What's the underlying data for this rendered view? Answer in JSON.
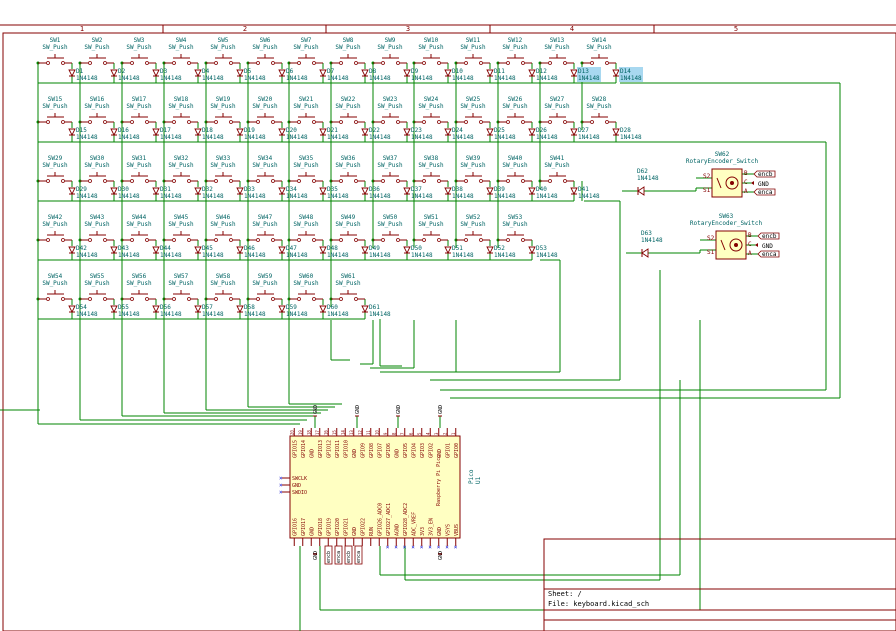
{
  "colors": {
    "border": "#840000",
    "wire": "#008400",
    "part": "#840000",
    "pin": "#840000",
    "ref": "#006464",
    "label": "#000000",
    "hl": "#a8d8f0",
    "nc": "#0000c8"
  },
  "border": {
    "cols": [
      "1",
      "2",
      "3",
      "4",
      "5"
    ]
  },
  "switch_rows": [
    {
      "switches": [
        "SW1",
        "SW2",
        "SW3",
        "SW4",
        "SW5",
        "SW6",
        "SW7",
        "SW8",
        "SW9",
        "SW10",
        "SW11",
        "SW12",
        "SW13",
        "SW14"
      ],
      "diodes": [
        "D1",
        "D2",
        "D3",
        "D4",
        "D5",
        "D6",
        "D7",
        "D8",
        "D9",
        "D10",
        "D11",
        "D12",
        "D13",
        "D14"
      ]
    },
    {
      "switches": [
        "SW15",
        "SW16",
        "SW17",
        "SW18",
        "SW19",
        "SW20",
        "SW21",
        "SW22",
        "SW23",
        "SW24",
        "SW25",
        "SW26",
        "SW27",
        "SW28"
      ],
      "diodes": [
        "D15",
        "D16",
        "D17",
        "D18",
        "D19",
        "D20",
        "D21",
        "D22",
        "D23",
        "D24",
        "D25",
        "D26",
        "D27",
        "D28"
      ]
    },
    {
      "switches": [
        "SW29",
        "SW30",
        "SW31",
        "SW32",
        "SW33",
        "SW34",
        "SW35",
        "SW36",
        "SW37",
        "SW38",
        "SW39",
        "SW40",
        "SW41"
      ],
      "diodes": [
        "D29",
        "D30",
        "D31",
        "D32",
        "D33",
        "D34",
        "D35",
        "D36",
        "D37",
        "D38",
        "D39",
        "D40",
        "D41"
      ]
    },
    {
      "switches": [
        "SW42",
        "SW43",
        "SW44",
        "SW45",
        "SW46",
        "SW47",
        "SW48",
        "SW49",
        "SW50",
        "SW51",
        "SW52",
        "SW53"
      ],
      "diodes": [
        "D42",
        "D43",
        "D44",
        "D45",
        "D46",
        "D47",
        "D48",
        "D49",
        "D50",
        "D51",
        "D52",
        "D53"
      ]
    },
    {
      "switches": [
        "SW54",
        "SW55",
        "SW56",
        "SW57",
        "SW58",
        "SW59",
        "SW60",
        "SW61"
      ],
      "diodes": [
        "D54",
        "D55",
        "D56",
        "D57",
        "D58",
        "D59",
        "D60",
        "D61"
      ]
    }
  ],
  "switch_value": "SW_Push",
  "diode_value": "1N4148",
  "encoders": [
    {
      "ref": "SW62",
      "value": "RotaryEncoder_Switch",
      "diode": "D62",
      "pins": [
        "B",
        "C",
        "A",
        "S1",
        "S2"
      ],
      "labels": [
        "encb",
        "GND",
        "enca"
      ]
    },
    {
      "ref": "SW63",
      "value": "RotaryEncoder_Switch",
      "diode": "D63",
      "pins": [
        "B",
        "C",
        "A",
        "S1",
        "S2"
      ],
      "labels": [
        "encb",
        "GND",
        "enca"
      ]
    }
  ],
  "pico": {
    "ref": "U1",
    "value": "Pico",
    "name": "Raspberry Pi Pico",
    "top_pins": [
      "GPIO15",
      "GPIO14",
      "GND",
      "GPIO13",
      "GPIO12",
      "GPIO11",
      "GPIO10",
      "GND",
      "GPIO9",
      "GPIO8",
      "GPIO7",
      "GPIO6",
      "GND",
      "GPIO5",
      "GPIO4",
      "GPIO3",
      "GPIO2",
      "GND",
      "GPIO1",
      "GPIO0"
    ],
    "bottom_pins": [
      "GPIO16",
      "GPIO17",
      "GND",
      "GPIO18",
      "GPIO19",
      "GPIO20",
      "GPIO21",
      "GND",
      "GPIO22",
      "RUN",
      "GPIO26_ADC0",
      "GPIO27_ADC1",
      "AGND",
      "GPIO28_ADC2",
      "ADC_VREF",
      "3V3",
      "3V3_EN",
      "GND",
      "VSYS",
      "VBUS"
    ],
    "left_pins": [
      "SWCLK",
      "GND",
      "SWDIO"
    ],
    "top_power": [
      "GND",
      "GND",
      "GND",
      "GND"
    ],
    "bottom_power": [
      "GND",
      "GND"
    ],
    "bottom_labels": [
      "encb",
      "enca",
      "encb",
      "enca"
    ]
  },
  "title_block": {
    "sheet": "Sheet: /",
    "file": "File: keyboard.kicad_sch"
  }
}
